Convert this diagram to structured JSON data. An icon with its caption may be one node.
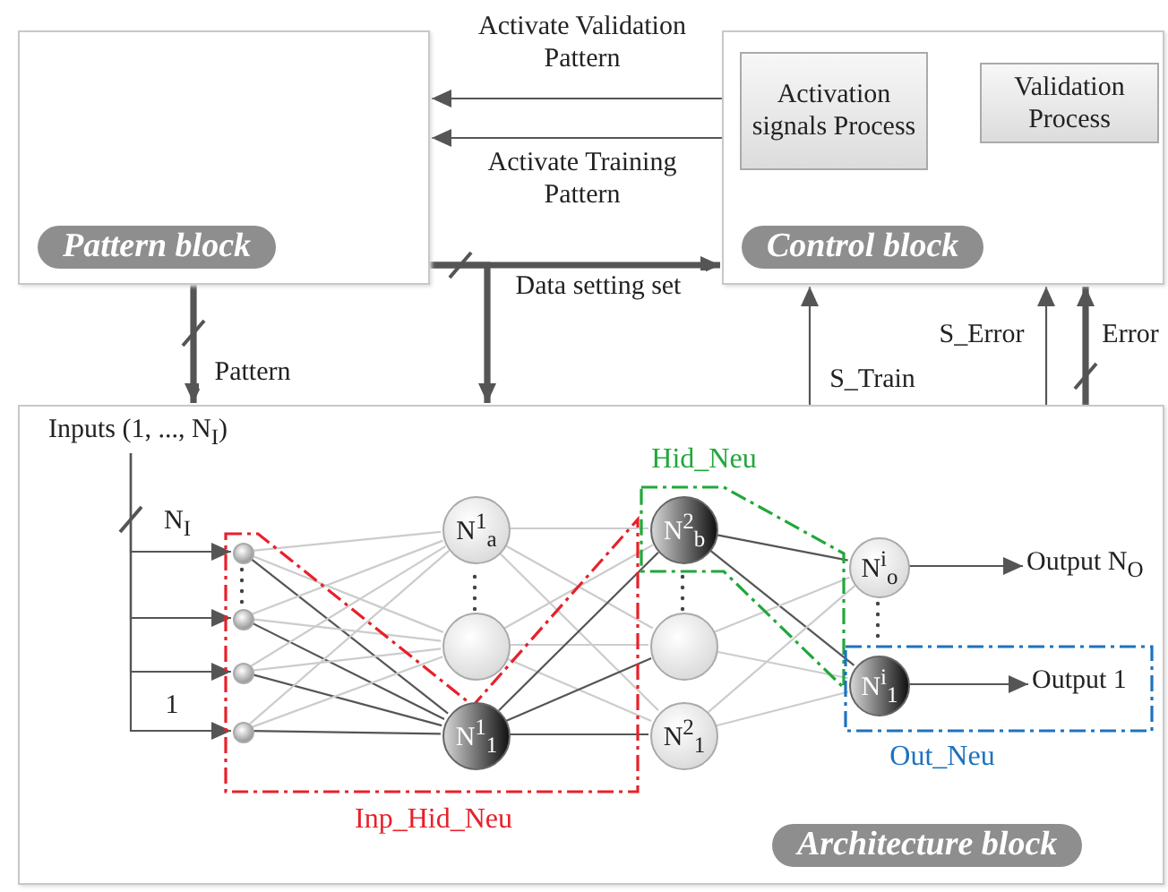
{
  "diagram": {
    "nodes": [
      {
        "text": [
          "Pattern block"
        ]
      },
      {
        "text": [
          "Control block"
        ]
      },
      {
        "text": [
          "Activation signals Process"
        ],
        "in": 1
      },
      {
        "text": [
          "Validation Process"
        ],
        "in": 1
      },
      {
        "text": [
          "Architecture block"
        ]
      },
      {
        "text": [
          "Inputs (1, ..., N$_{I}$)"
        ],
        "in": 4
      },
      {
        "text": [
          "Inp_Hid_Neu"
        ],
        "in": 4
      },
      {
        "text": [],
        "shape": "circle",
        "in": 6
      },
      {
        "text": [],
        "shape": "circle",
        "in": 6
      },
      {
        "text": [],
        "shape": "circle",
        "in": 6
      },
      {
        "text": [],
        "shape": "circle",
        "in": 6
      },
      {
        "text": [
          "N$^{1}$$_{a}$"
        ],
        "in": 4
      },
      {
        "text": [],
        "shape": "circle",
        "in": 4
      },
      {
        "text": [
          "N$^{1}$$_{1}$"
        ],
        "in": 6
      },
      {
        "text": [
          "Hid_Neu"
        ],
        "in": 4
      },
      {
        "text": [
          "N$^{2}$$_{b}$"
        ],
        "in": 14
      },
      {
        "text": [],
        "shape": "circle",
        "in": 4
      },
      {
        "text": [
          "N$^{2}$$_{1}$"
        ],
        "in": 4
      },
      {
        "text": [
          "N$^{i}$$_{o}$"
        ],
        "in": 4
      },
      {
        "text": [
          "Out_Neu"
        ],
        "in": 4
      },
      {
        "text": [
          "N$^{i}$$_{1}$"
        ],
        "in": 19
      },
      {
        "text": [
          "Output N$_{O}$"
        ],
        "in": 4
      },
      {
        "text": [
          "Output 1"
        ],
        "in": 19
      }
    ],
    "edges": [
      {
        "from": 1,
        "to": 0,
        "arrow": "to",
        "label": "Activate Validation Pattern"
      },
      {
        "from": 1,
        "to": 0,
        "arrow": "to",
        "label": "Activate Training Pattern"
      },
      {
        "from": 0,
        "to": 1,
        "arrow": "to",
        "label": "Data setting set",
        "style": "thick"
      },
      {
        "from": 0,
        "to": 4,
        "arrow": "to",
        "label": "Pattern",
        "style": "thick"
      },
      {
        "from": 0,
        "to": 4,
        "arrow": "to",
        "style": "thick"
      },
      {
        "from": 4,
        "to": 1,
        "arrow": "to",
        "label": "S_Train"
      },
      {
        "from": 4,
        "to": 1,
        "arrow": "to",
        "label": "S_Error"
      },
      {
        "from": 4,
        "to": 1,
        "arrow": "to",
        "label": "Error",
        "style": "thick"
      },
      {
        "from": 5,
        "to": 7,
        "arrow": "to",
        "label": "N$_{I}$"
      },
      {
        "from": 5,
        "to": 8,
        "arrow": "to"
      },
      {
        "from": 5,
        "to": 9,
        "arrow": "to"
      },
      {
        "from": 5,
        "to": 10,
        "arrow": "to",
        "label": "1"
      },
      {
        "from": 7,
        "to": 11,
        "arrow": "none",
        "color": "#cccccc"
      },
      {
        "from": 7,
        "to": 12,
        "arrow": "none",
        "color": "#cccccc"
      },
      {
        "from": 7,
        "to": 13,
        "arrow": "none"
      },
      {
        "from": 8,
        "to": 11,
        "arrow": "none",
        "color": "#cccccc"
      },
      {
        "from": 8,
        "to": 12,
        "arrow": "none",
        "color": "#cccccc"
      },
      {
        "from": 8,
        "to": 13,
        "arrow": "none"
      },
      {
        "from": 9,
        "to": 11,
        "arrow": "none",
        "color": "#cccccc"
      },
      {
        "from": 9,
        "to": 12,
        "arrow": "none",
        "color": "#cccccc"
      },
      {
        "from": 9,
        "to": 13,
        "arrow": "none"
      },
      {
        "from": 10,
        "to": 11,
        "arrow": "none",
        "color": "#cccccc"
      },
      {
        "from": 10,
        "to": 12,
        "arrow": "none",
        "color": "#cccccc"
      },
      {
        "from": 10,
        "to": 13,
        "arrow": "none"
      },
      {
        "from": 11,
        "to": 15,
        "arrow": "none",
        "color": "#cccccc"
      },
      {
        "from": 11,
        "to": 16,
        "arrow": "none",
        "color": "#cccccc"
      },
      {
        "from": 11,
        "to": 17,
        "arrow": "none",
        "color": "#cccccc"
      },
      {
        "from": 12,
        "to": 15,
        "arrow": "none",
        "color": "#cccccc"
      },
      {
        "from": 12,
        "to": 16,
        "arrow": "none",
        "color": "#cccccc"
      },
      {
        "from": 12,
        "to": 17,
        "arrow": "none",
        "color": "#cccccc"
      },
      {
        "from": 13,
        "to": 15,
        "arrow": "none"
      },
      {
        "from": 13,
        "to": 16,
        "arrow": "none"
      },
      {
        "from": 13,
        "to": 17,
        "arrow": "none"
      },
      {
        "from": 15,
        "to": 18,
        "arrow": "none"
      },
      {
        "from": 15,
        "to": 20,
        "arrow": "none"
      },
      {
        "from": 16,
        "to": 18,
        "arrow": "none",
        "color": "#cccccc"
      },
      {
        "from": 16,
        "to": 20,
        "arrow": "none",
        "color": "#cccccc"
      },
      {
        "from": 17,
        "to": 18,
        "arrow": "none",
        "color": "#cccccc"
      },
      {
        "from": 17,
        "to": 20,
        "arrow": "none",
        "color": "#cccccc"
      },
      {
        "from": 18,
        "to": 21,
        "arrow": "to"
      },
      {
        "from": 20,
        "to": 22,
        "arrow": "to"
      }
    ]
  }
}
